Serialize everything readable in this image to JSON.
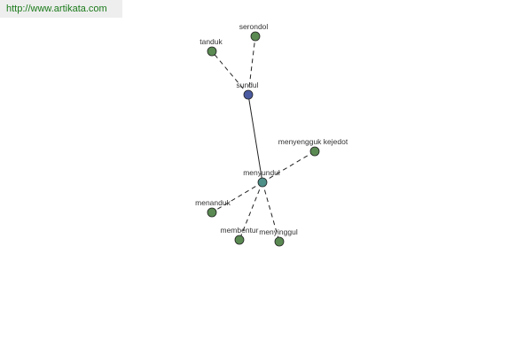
{
  "header": {
    "url": "http://www.artikata.com"
  },
  "colors": {
    "root": "#4a5aa0",
    "hub": "#4e8f88",
    "leaf": "#5a8a52",
    "stroke": "#222222",
    "url": "#1a7a1a"
  },
  "graph": {
    "nodes": [
      {
        "id": "serondol",
        "label": "serondol",
        "kind": "leaf"
      },
      {
        "id": "tanduk",
        "label": "tanduk",
        "kind": "leaf"
      },
      {
        "id": "sundul",
        "label": "sundul",
        "kind": "root"
      },
      {
        "id": "menyengguk-kejedot",
        "label": "menyengguk kejedot",
        "kind": "leaf"
      },
      {
        "id": "menyundul",
        "label": "menyundul",
        "kind": "hub"
      },
      {
        "id": "menanduk",
        "label": "menanduk",
        "kind": "leaf"
      },
      {
        "id": "membentur",
        "label": "membentur",
        "kind": "leaf"
      },
      {
        "id": "menyinggul",
        "label": "menyinggul",
        "kind": "leaf"
      }
    ],
    "edges": [
      {
        "from": "sundul",
        "to": "serondol",
        "style": "dashed"
      },
      {
        "from": "sundul",
        "to": "tanduk",
        "style": "dashed"
      },
      {
        "from": "sundul",
        "to": "menyundul",
        "style": "solid"
      },
      {
        "from": "menyundul",
        "to": "menyengguk-kejedot",
        "style": "dashed"
      },
      {
        "from": "menyundul",
        "to": "menanduk",
        "style": "dashed"
      },
      {
        "from": "menyundul",
        "to": "membentur",
        "style": "dashed"
      },
      {
        "from": "menyundul",
        "to": "menyinggul",
        "style": "dashed"
      }
    ]
  }
}
